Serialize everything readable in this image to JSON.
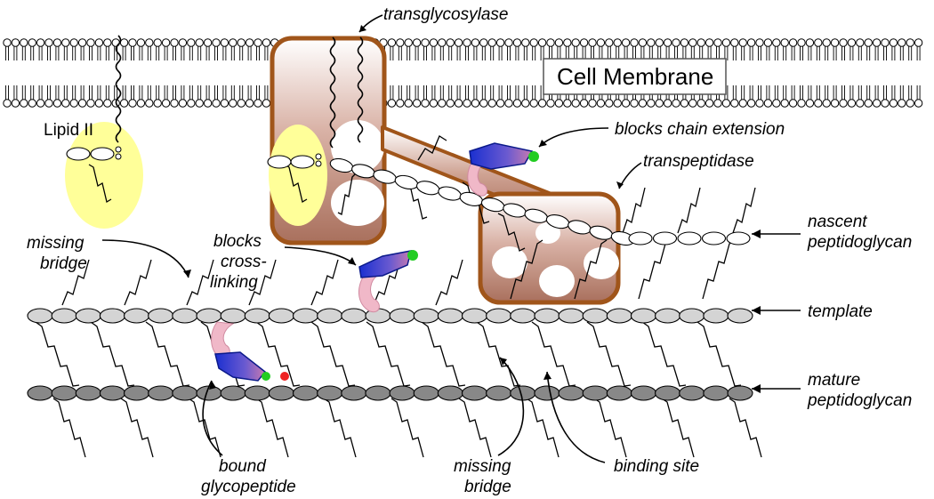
{
  "labels": {
    "transglycosylase": "transglycosylase",
    "cell_membrane": "Cell Membrane",
    "lipid_ii": "Lipid II",
    "blocks_chain_extension": "blocks chain extension",
    "transpeptidase": "transpeptidase",
    "nascent_line1": "nascent",
    "nascent_line2": "peptidoglycan",
    "missing_bridge_top_line1": "missing",
    "missing_bridge_top_line2": "bridge",
    "blocks_cross_line1": "blocks",
    "blocks_cross_line2": "cross-",
    "blocks_cross_line3": "linking",
    "template": "template",
    "mature_line1": "mature",
    "mature_line2": "peptidoglycan",
    "bound_line1": "bound",
    "bound_line2": "glycopeptide",
    "missing_bridge_bottom_line1": "missing",
    "missing_bridge_bottom_line2": "bridge",
    "binding_site": "binding site"
  },
  "colors": {
    "enzyme_border": "#a0551a",
    "enzyme_fill": "#b98472",
    "lipid_ii_highlight": "#ffff99",
    "template_chain": "#d4d4d4",
    "mature_chain": "#888888",
    "drug_blue": "#1a2fd0",
    "drug_pink": "#f0b8c8",
    "drug_tip_green": "#22cc22",
    "bound_site_red": "#ee2222"
  }
}
